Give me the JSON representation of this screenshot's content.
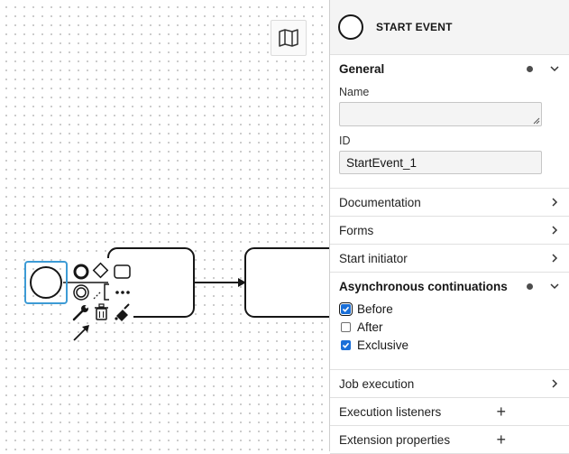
{
  "panel": {
    "header_title": "START EVENT",
    "groups": {
      "general": {
        "title": "General",
        "name_label": "Name",
        "name_value": "",
        "id_label": "ID",
        "id_value": "StartEvent_1"
      },
      "documentation": "Documentation",
      "forms": "Forms",
      "start_initiator": "Start initiator",
      "async": {
        "title": "Asynchronous continuations",
        "before": "Before",
        "after": "After",
        "exclusive": "Exclusive"
      },
      "job_execution": "Job execution",
      "execution_listeners": "Execution listeners",
      "extension_properties": "Extension properties"
    }
  },
  "colors": {
    "selection": "#3d9bd5",
    "checkbox": "#1a6fd8"
  },
  "icons": [
    "map-icon",
    "circle-icon",
    "chevron-down-icon",
    "chevron-right-icon",
    "plus-icon",
    "wrench-icon",
    "trash-icon",
    "paint-bucket-icon",
    "arrow-icon",
    "gateway-icon",
    "task-icon",
    "ellipsis-icon",
    "text-annotation-icon",
    "intermediate-event-icon",
    "end-event-icon"
  ]
}
